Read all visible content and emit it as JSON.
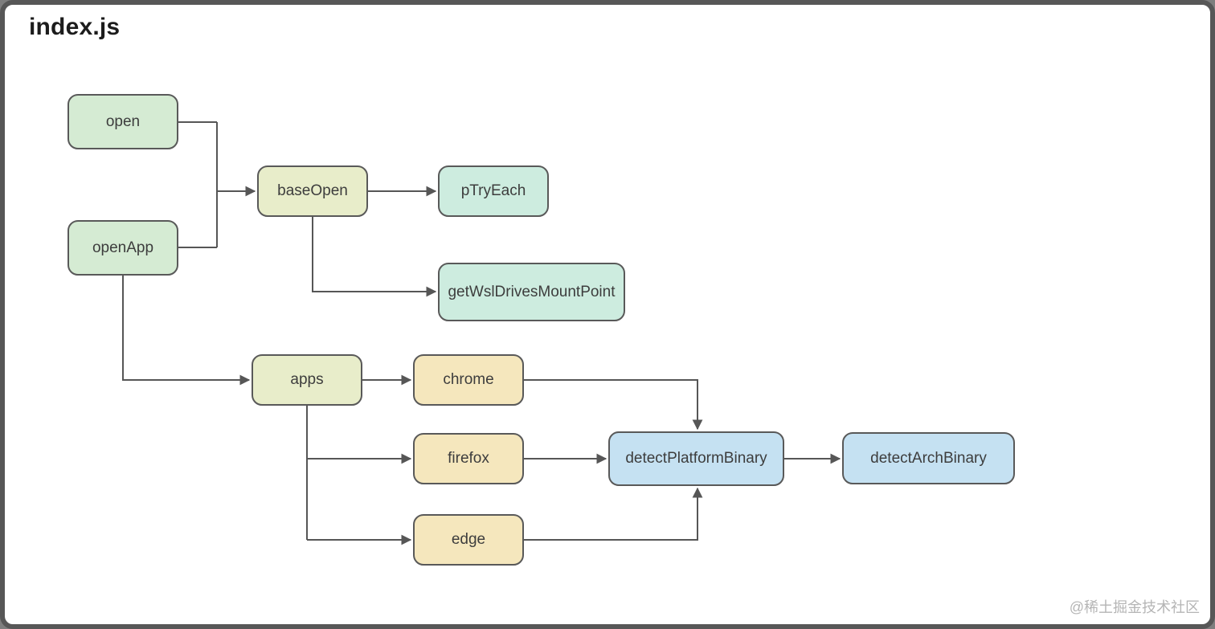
{
  "title": "index.js",
  "watermark": "@稀土掘金技术社区",
  "colors": {
    "frame_border": "#575757",
    "canvas_background": "#ffffff",
    "node_border": "#595959",
    "connector": "#565656",
    "node_text": "#3d3d3d",
    "title_text": "#1c1c1c",
    "watermark_text": "#b5b5b5",
    "green_fill": "#d5ebd3",
    "olive_fill": "#e8edca",
    "teal_fill": "#cdecdf",
    "tan_fill": "#f5e7bd",
    "blue_fill": "#c5e1f2"
  },
  "diagram": {
    "nodes": [
      {
        "id": "open",
        "label": "open",
        "color_group": "green"
      },
      {
        "id": "openApp",
        "label": "openApp",
        "color_group": "green"
      },
      {
        "id": "baseOpen",
        "label": "baseOpen",
        "color_group": "olive"
      },
      {
        "id": "pTryEach",
        "label": "pTryEach",
        "color_group": "teal"
      },
      {
        "id": "getWslDrivesMountPoint",
        "label": "getWslDrivesMountPoint",
        "color_group": "teal"
      },
      {
        "id": "apps",
        "label": "apps",
        "color_group": "olive"
      },
      {
        "id": "chrome",
        "label": "chrome",
        "color_group": "tan"
      },
      {
        "id": "firefox",
        "label": "firefox",
        "color_group": "tan"
      },
      {
        "id": "edge",
        "label": "edge",
        "color_group": "tan"
      },
      {
        "id": "detectPlatformBinary",
        "label": "detectPlatformBinary",
        "color_group": "blue"
      },
      {
        "id": "detectArchBinary",
        "label": "detectArchBinary",
        "color_group": "blue"
      }
    ],
    "edges": [
      {
        "from": "open",
        "to": "baseOpen"
      },
      {
        "from": "openApp",
        "to": "baseOpen"
      },
      {
        "from": "baseOpen",
        "to": "pTryEach"
      },
      {
        "from": "baseOpen",
        "to": "getWslDrivesMountPoint"
      },
      {
        "from": "openApp",
        "to": "apps"
      },
      {
        "from": "apps",
        "to": "chrome"
      },
      {
        "from": "apps",
        "to": "firefox"
      },
      {
        "from": "apps",
        "to": "edge"
      },
      {
        "from": "chrome",
        "to": "detectPlatformBinary"
      },
      {
        "from": "firefox",
        "to": "detectPlatformBinary"
      },
      {
        "from": "edge",
        "to": "detectPlatformBinary"
      },
      {
        "from": "detectPlatformBinary",
        "to": "detectArchBinary"
      }
    ]
  }
}
